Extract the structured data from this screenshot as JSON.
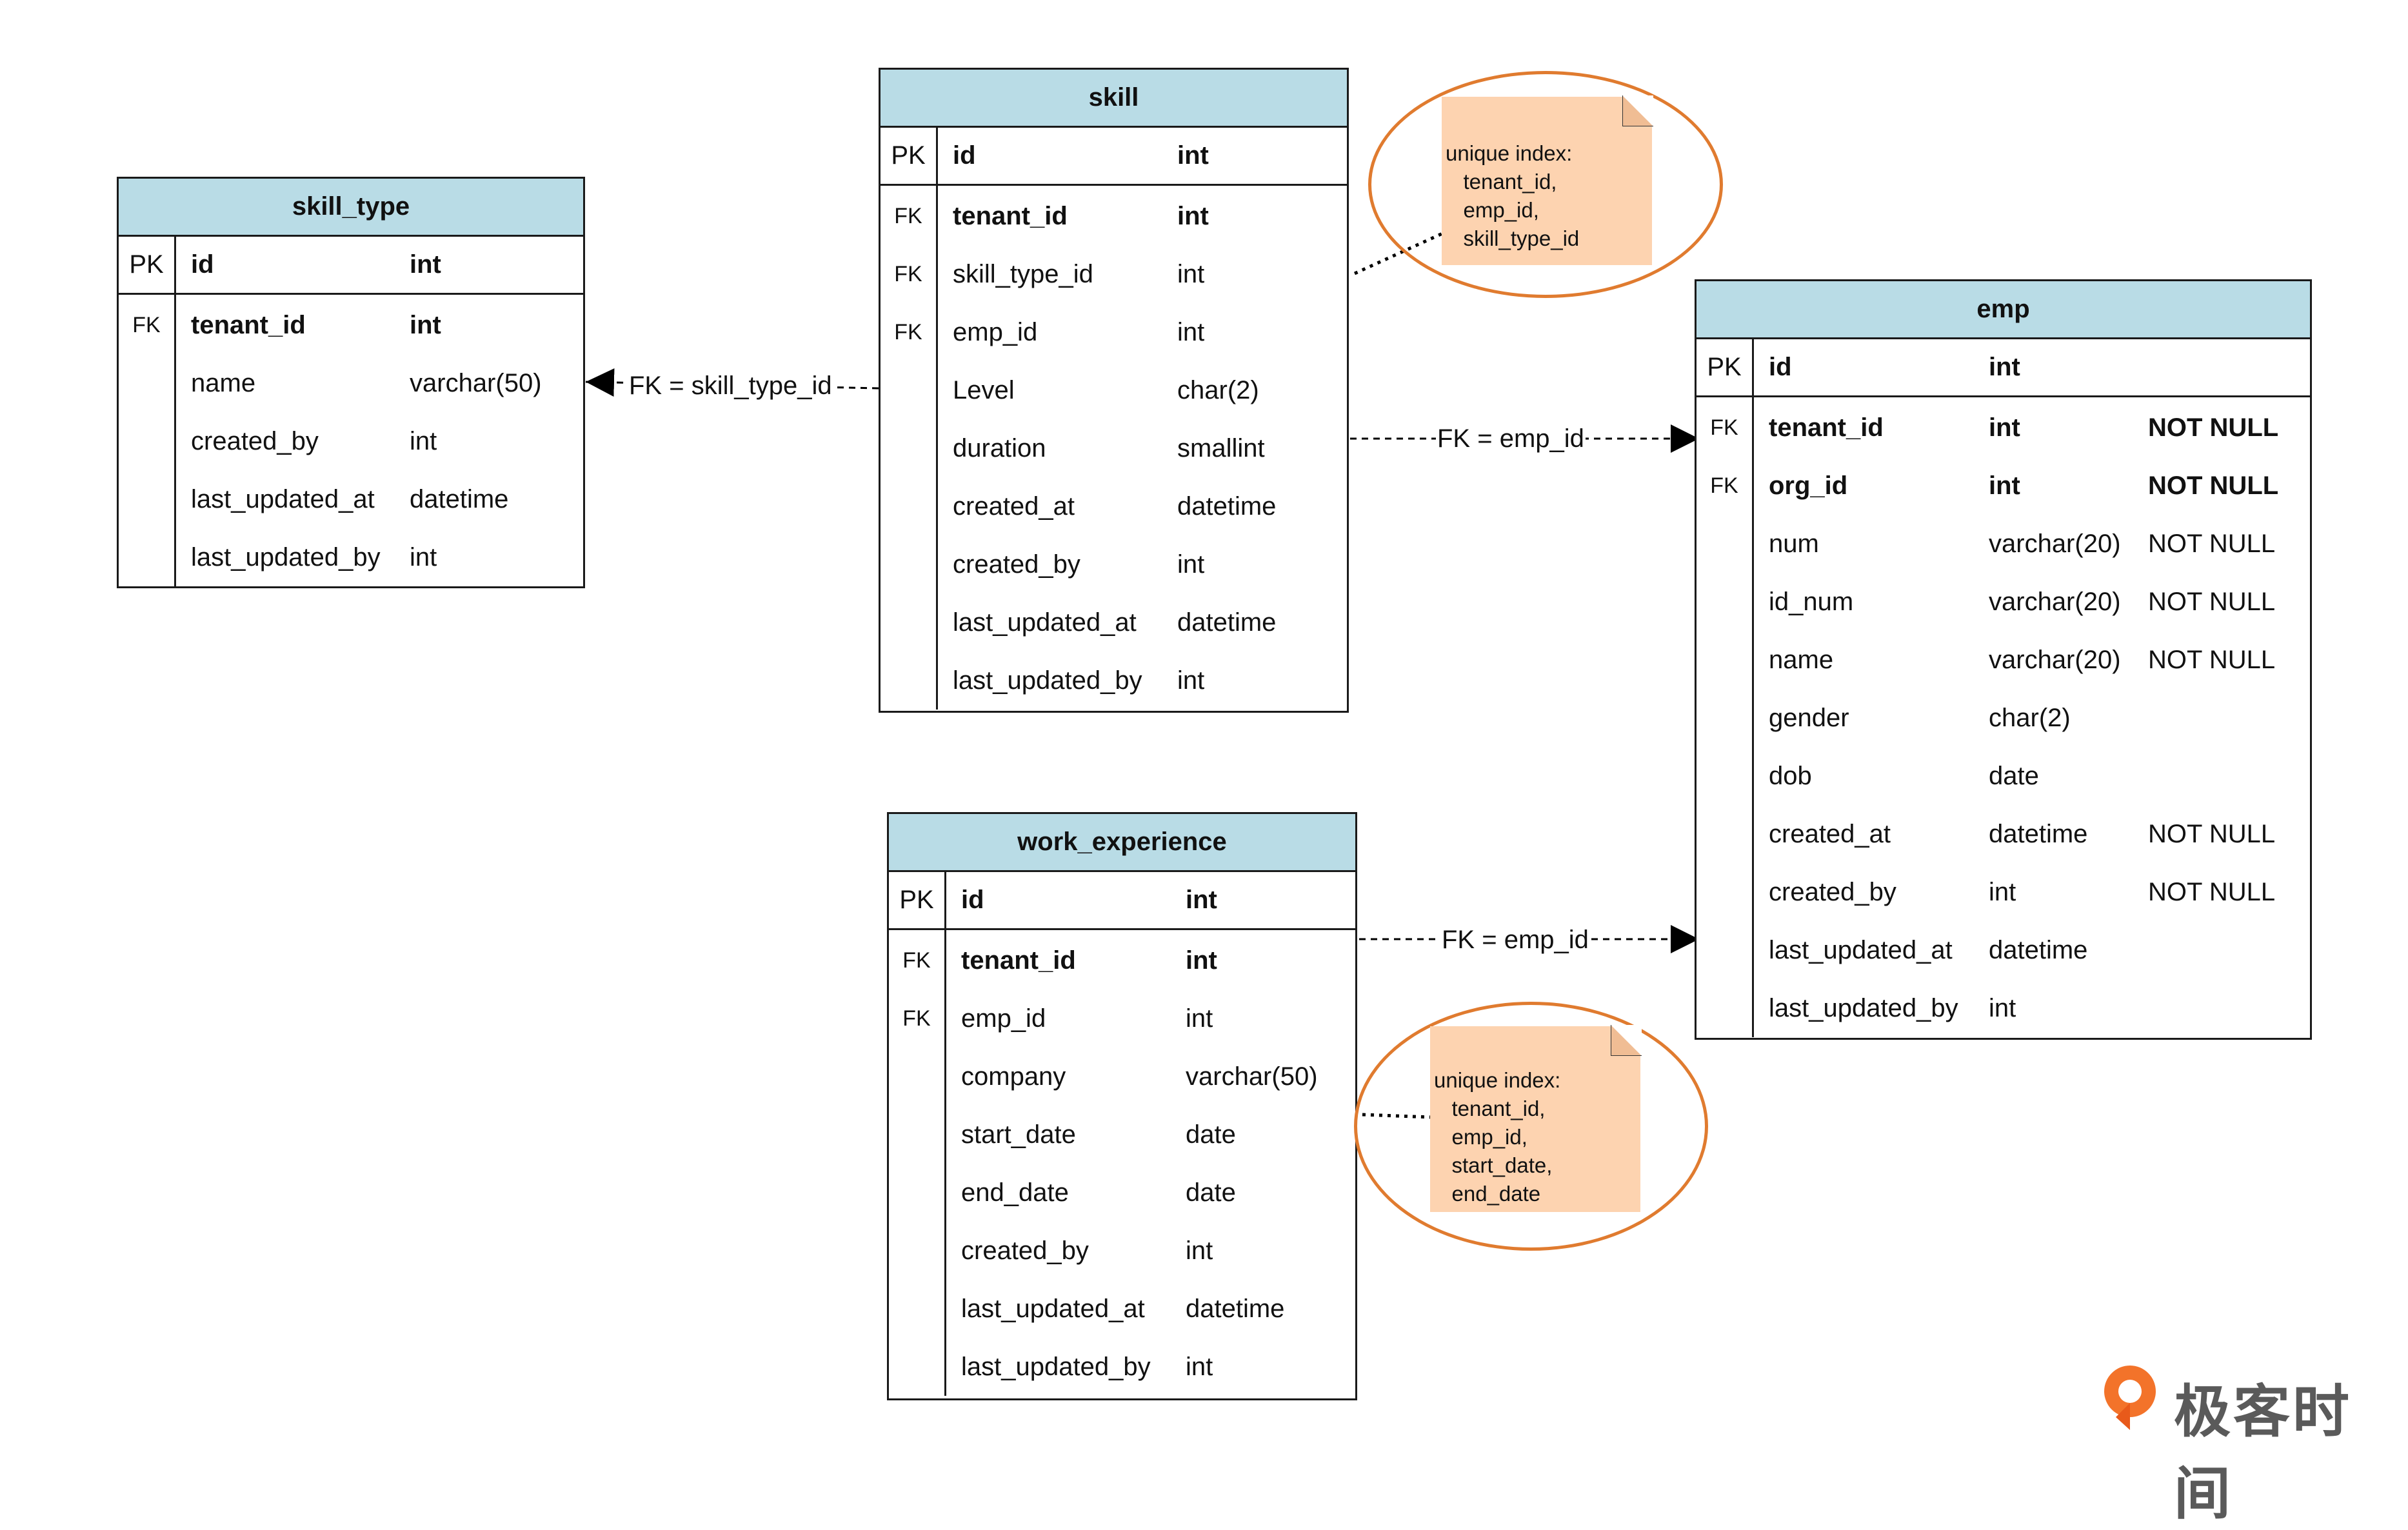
{
  "tables": {
    "skill_type": {
      "name": "skill_type",
      "pk": {
        "key": "PK",
        "name": "id",
        "type": "int"
      },
      "rows": [
        {
          "key": "FK",
          "name": "tenant_id",
          "type": "int",
          "bold": true
        },
        {
          "key": "",
          "name": "name",
          "type": "varchar(50)"
        },
        {
          "key": "",
          "name": "created_by",
          "type": "int"
        },
        {
          "key": "",
          "name": "last_updated_at",
          "type": "datetime"
        },
        {
          "key": "",
          "name": "last_updated_by",
          "type": "int"
        }
      ]
    },
    "skill": {
      "name": "skill",
      "pk": {
        "key": "PK",
        "name": "id",
        "type": "int"
      },
      "rows": [
        {
          "key": "FK",
          "name": "tenant_id",
          "type": "int",
          "bold": true
        },
        {
          "key": "FK",
          "name": "skill_type_id",
          "type": "int"
        },
        {
          "key": "FK",
          "name": "emp_id",
          "type": "int"
        },
        {
          "key": "",
          "name": "Level",
          "type": "char(2)"
        },
        {
          "key": "",
          "name": "duration",
          "type": "smallint"
        },
        {
          "key": "",
          "name": "created_at",
          "type": "datetime"
        },
        {
          "key": "",
          "name": "created_by",
          "type": "int"
        },
        {
          "key": "",
          "name": "last_updated_at",
          "type": "datetime"
        },
        {
          "key": "",
          "name": "last_updated_by",
          "type": "int"
        }
      ]
    },
    "emp": {
      "name": "emp",
      "pk": {
        "key": "PK",
        "name": "id",
        "type": "int",
        "constraint": ""
      },
      "rows": [
        {
          "key": "FK",
          "name": "tenant_id",
          "type": "int",
          "constraint": "NOT NULL",
          "bold": true
        },
        {
          "key": "FK",
          "name": "org_id",
          "type": "int",
          "constraint": "NOT NULL",
          "bold": true
        },
        {
          "key": "",
          "name": "num",
          "type": "varchar(20)",
          "constraint": "NOT NULL"
        },
        {
          "key": "",
          "name": "id_num",
          "type": "varchar(20)",
          "constraint": "NOT NULL"
        },
        {
          "key": "",
          "name": "name",
          "type": "varchar(20)",
          "constraint": "NOT NULL"
        },
        {
          "key": "",
          "name": "gender",
          "type": "char(2)",
          "constraint": ""
        },
        {
          "key": "",
          "name": "dob",
          "type": "date",
          "constraint": ""
        },
        {
          "key": "",
          "name": "created_at",
          "type": "datetime",
          "constraint": "NOT NULL"
        },
        {
          "key": "",
          "name": "created_by",
          "type": "int",
          "constraint": "NOT NULL"
        },
        {
          "key": "",
          "name": "last_updated_at",
          "type": "datetime",
          "constraint": ""
        },
        {
          "key": "",
          "name": "last_updated_by",
          "type": "int",
          "constraint": ""
        }
      ]
    },
    "work_experience": {
      "name": "work_experience",
      "pk": {
        "key": "PK",
        "name": "id",
        "type": "int"
      },
      "rows": [
        {
          "key": "FK",
          "name": "tenant_id",
          "type": "int",
          "bold": true
        },
        {
          "key": "FK",
          "name": "emp_id",
          "type": "int"
        },
        {
          "key": "",
          "name": "company",
          "type": "varchar(50)"
        },
        {
          "key": "",
          "name": "start_date",
          "type": "date"
        },
        {
          "key": "",
          "name": "end_date",
          "type": "date"
        },
        {
          "key": "",
          "name": "created_by",
          "type": "int"
        },
        {
          "key": "",
          "name": "last_updated_at",
          "type": "datetime"
        },
        {
          "key": "",
          "name": "last_updated_by",
          "type": "int"
        }
      ]
    }
  },
  "relations": {
    "skill_to_skill_type": "FK = skill_type_id",
    "skill_to_emp": "FK = emp_id",
    "work_experience_to_emp": "FK = emp_id"
  },
  "notes": {
    "skill_index": "unique index:\n   tenant_id,\n   emp_id,\n   skill_type_id",
    "work_experience_index": "unique index:\n   tenant_id,\n   emp_id,\n   start_date,\n   end_date"
  },
  "logo": {
    "text": "极客时间"
  },
  "colors": {
    "header": "#b9dce6",
    "note": "#fdd3b0",
    "highlight": "#e07b2f"
  }
}
